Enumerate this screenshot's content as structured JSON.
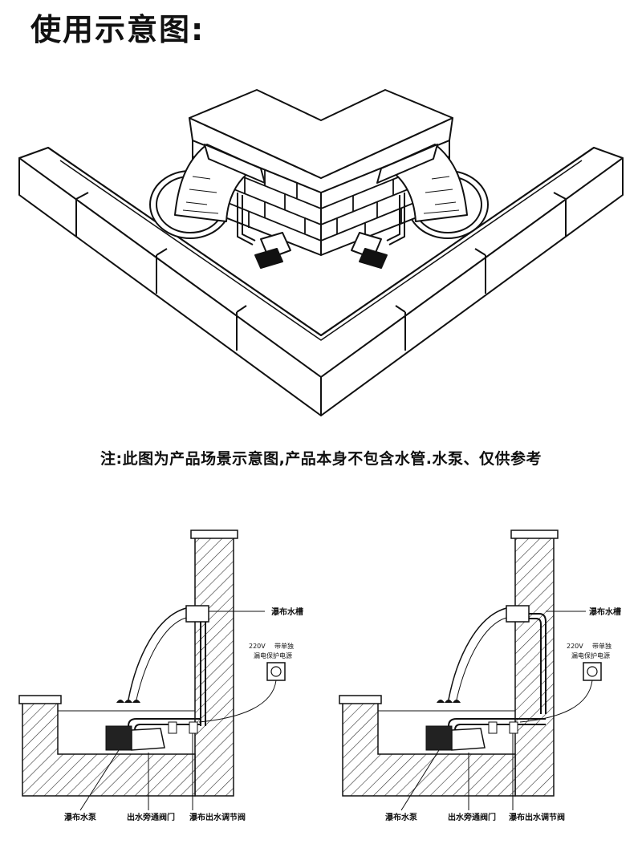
{
  "title": "使用示意图:",
  "note": "注:此图为产品场景示意图,产品本身不包含水管.水泵、仅供参考",
  "left_diagram": {
    "label_trough": "瀑布水槽",
    "label_power_main": "220V",
    "label_power_sub1": "带单独",
    "label_power_sub2": "漏电保护电源",
    "label_pump": "瀑布水泵",
    "label_valve": "出水旁通阀门",
    "label_regulator": "瀑布出水调节阀"
  },
  "right_diagram": {
    "label_trough": "瀑布水槽",
    "label_power_main": "220V",
    "label_power_sub1": "带单独",
    "label_power_sub2": "漏电保护电源",
    "label_pump": "瀑布水泵",
    "label_valve": "出水旁通阀门",
    "label_regulator": "瀑布出水调节阀"
  }
}
